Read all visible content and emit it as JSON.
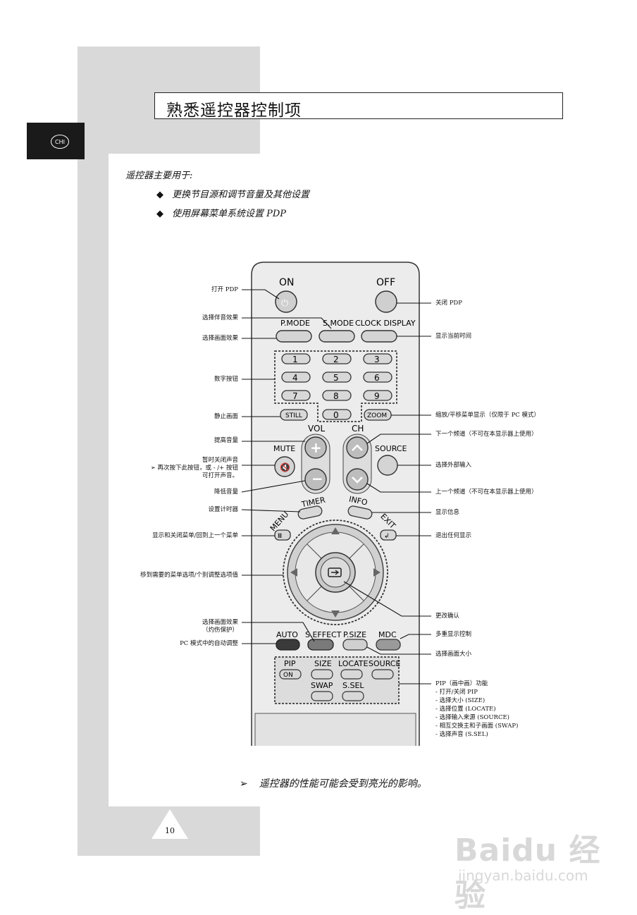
{
  "page_title": "熟悉遥控器控制项",
  "lang_tab": "CHI",
  "intro": "遥控器主要用于:",
  "bullets": [
    "更换节目源和调节音量及其他设置",
    "使用屏幕菜单系统设置 PDP"
  ],
  "remote_buttons": {
    "on": "ON",
    "off": "OFF",
    "pmode": "P.MODE",
    "smode": "S.MODE",
    "clock": "CLOCK DISPLAY",
    "digits": [
      "1",
      "2",
      "3",
      "4",
      "5",
      "6",
      "7",
      "8",
      "9",
      "0"
    ],
    "still": "STILL",
    "zoom": "ZOOM",
    "vol": "VOL",
    "ch": "CH",
    "mute": "MUTE",
    "source": "SOURCE",
    "timer": "TIMER",
    "info": "INFO",
    "menu": "MENU",
    "exit": "EXIT",
    "auto": "AUTO",
    "seffect": "S.EFFECT",
    "psize": "P.SIZE",
    "mdc": "MDC",
    "pip": "PIP",
    "pip_on": "ON",
    "size": "SIZE",
    "locate": "LOCATE",
    "pip_source": "SOURCE",
    "swap": "SWAP",
    "ssel": "S.SEL"
  },
  "labels_left": {
    "power_on": "打开 PDP",
    "sound_effect": "选择伴音效果",
    "picture_effect": "选择画面效果",
    "numeric": "数字按钮",
    "still": "静止画面",
    "vol_up": "提高音量",
    "mute_1": "暂时关闭声音",
    "mute_2": "再次按下此按钮，或 - /+ 按钮",
    "mute_3": "可打开声音。",
    "vol_down": "降低音量",
    "timer": "设置计时器",
    "menu": "显示和关闭菜单/回到上一个菜单",
    "navigate": "移到需要的菜单选项/个别调整选项值",
    "seffect_1": "选择画面效果",
    "seffect_2": "（灼伤保护）",
    "auto": "PC 模式中的自动调整"
  },
  "labels_right": {
    "power_off": "关闭 PDP",
    "clock": "显示当前时间",
    "zoom": "缩放/平移菜单显示（仅限于 PC 模式）",
    "ch_up": "下一个频道（不可在本显示器上使用）",
    "source": "选择外部输入",
    "ch_down": "上一个频道（不可在本显示器上使用）",
    "info": "显示信息",
    "exit": "退出任何显示",
    "enter": "更改确认",
    "mdc": "多重显示控制",
    "psize": "选择画面大小",
    "pip_title": "PIP（画中画）功能",
    "pip_items": [
      "- 打开/关闭 PIP",
      "- 选择大小 (SIZE)",
      "- 选择位置 (LOCATE)",
      "- 选择输入来源 (SOURCE)",
      "- 相互交换主和子画面 (SWAP)",
      "- 选择声音 (S.SEL)"
    ]
  },
  "note": "遥控器的性能可能会受到亮光的影响。",
  "page_number": "10",
  "watermark": {
    "brand": "Baidu 经验",
    "url": "jingyan.baidu.com"
  }
}
